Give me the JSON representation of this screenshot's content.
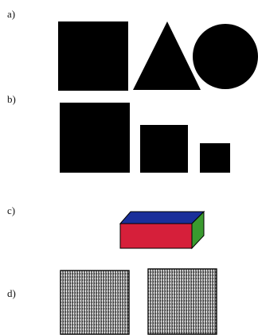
{
  "labels": {
    "a": "a)",
    "b": "b)",
    "c": "c)",
    "d": "d)"
  },
  "colors": {
    "shape_fill": "#000000",
    "box_front": "#d61f3a",
    "box_top": "#1a2f9a",
    "box_side": "#3a9a2f",
    "grid_line": "#000000"
  }
}
